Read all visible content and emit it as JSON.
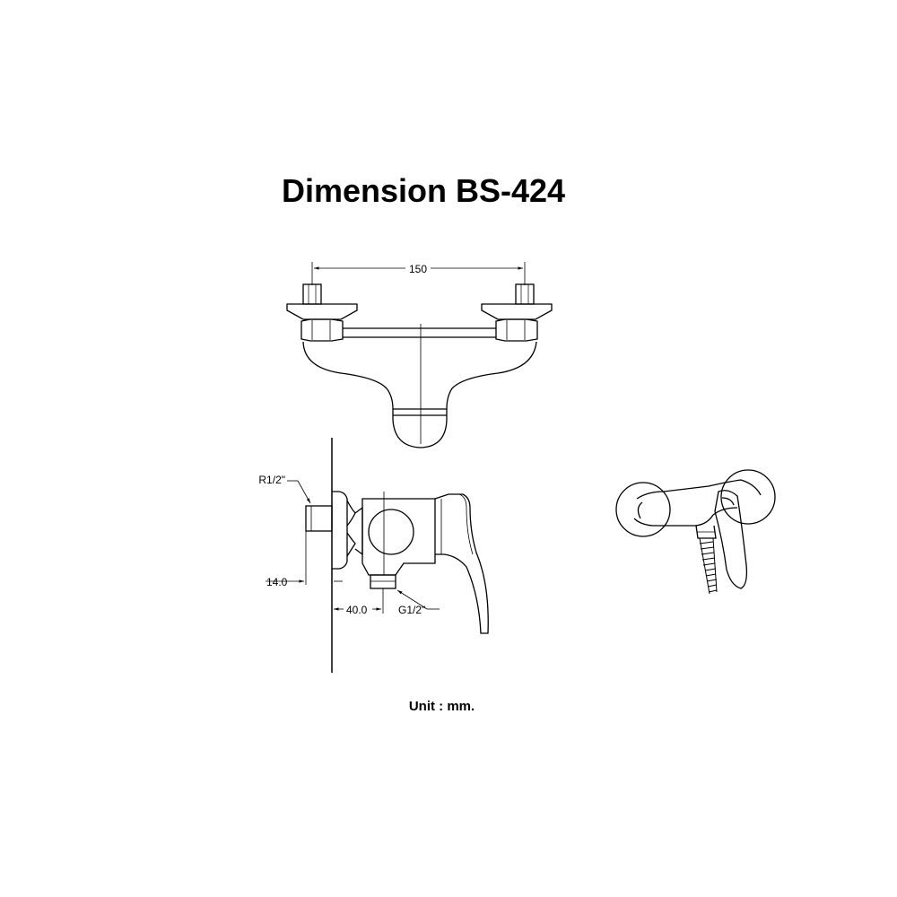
{
  "title": "Dimension BS-424",
  "unit_note": "Unit : mm.",
  "dimensions": {
    "width": "150",
    "thread_inlet": "R1/2\"",
    "thread_depth": "14.0",
    "outlet_offset": "40.0",
    "thread_outlet": "G1/2\""
  },
  "views": [
    "top-view",
    "side-view",
    "perspective-view"
  ],
  "colors": {
    "line": "#000000",
    "background": "#ffffff"
  }
}
